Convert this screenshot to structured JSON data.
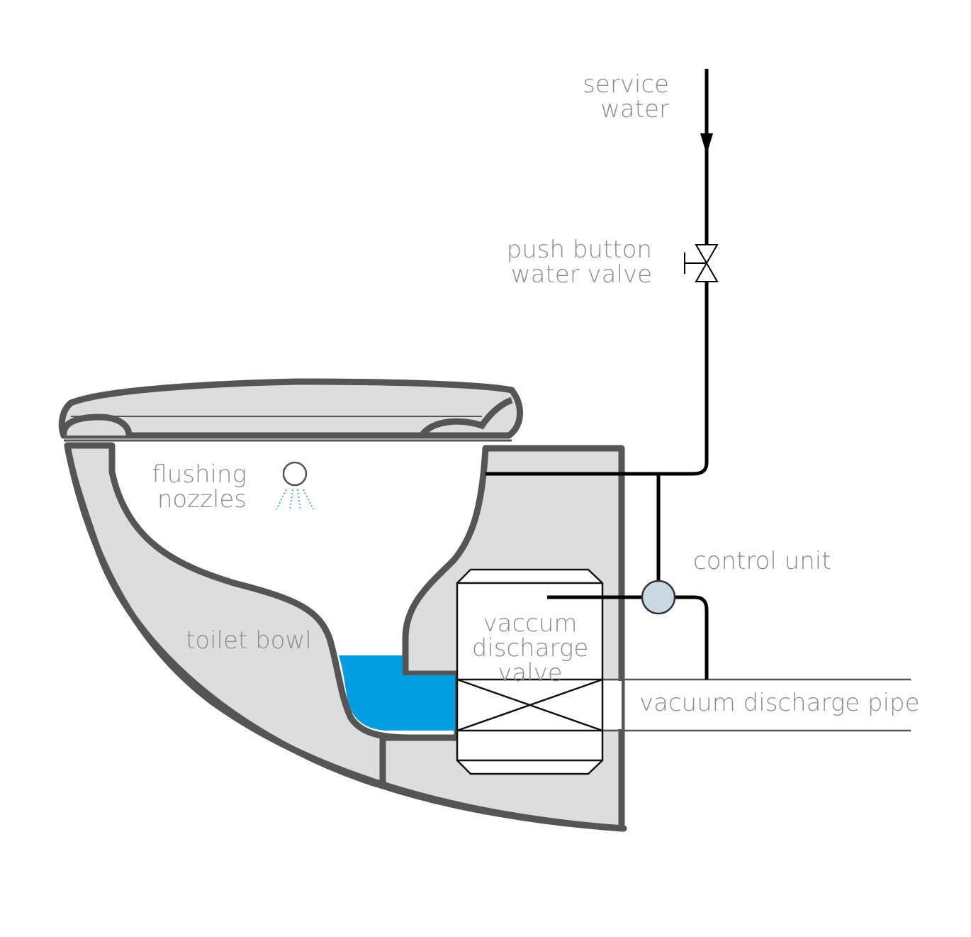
{
  "colors": {
    "outline": "#555555",
    "ceramic_fill": "#dddddd",
    "pipe": "#000000",
    "water": "#009de0",
    "control_unit_fill": "#c9d9e3",
    "label_text": "#8c8c8c",
    "nozzle_spray": "#4aa8d8"
  },
  "labels": {
    "service_water": [
      "service",
      "water"
    ],
    "push_button_valve": [
      "push button",
      "water valve"
    ],
    "flushing_nozzles": [
      "flushing",
      "nozzles"
    ],
    "control_unit": "control unit",
    "toilet_bowl": "toilet bowl",
    "vacuum_valve": [
      "vaccum",
      "discharge",
      "valve"
    ],
    "discharge_pipe": "vacuum discharge pipe"
  }
}
